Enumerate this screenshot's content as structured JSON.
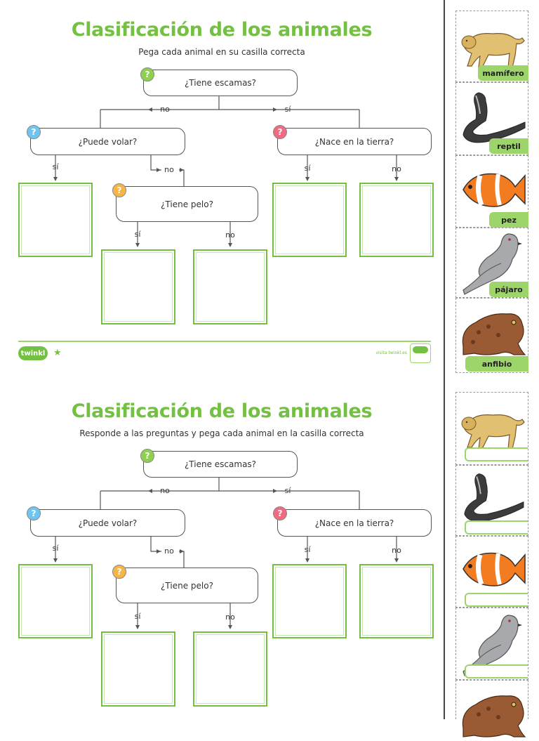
{
  "sheets": [
    {
      "title": "Clasificación de los animales",
      "subtitle": "Pega cada animal en su casilla correcta",
      "q1": "¿Tiene escamas?",
      "q2": "¿Puede volar?",
      "q3": "¿Nace en la tierra?",
      "q4": "¿Tiene pelo?",
      "no": "no",
      "si": "sí"
    },
    {
      "title": "Clasificación de los animales",
      "subtitle": "Responde a las preguntas y pega cada animal en la casilla correcta",
      "q1": "¿Tiene escamas?",
      "q2": "¿Puede volar?",
      "q3": "¿Nace en la tierra?",
      "q4": "¿Tiene pelo?",
      "no": "no",
      "si": "sí"
    }
  ],
  "question_icon": "?",
  "footer": {
    "logo": "twinkl",
    "url": "visita twinkl.es"
  },
  "cards": [
    {
      "animal": "lion-icon",
      "label": "mamífero"
    },
    {
      "animal": "snake-icon",
      "label": "reptil"
    },
    {
      "animal": "fish-icon",
      "label": "pez"
    },
    {
      "animal": "pigeon-icon",
      "label": "pájaro"
    },
    {
      "animal": "toad-icon",
      "label": "anfibio"
    }
  ],
  "colors": {
    "brand_green": "#74c043",
    "label_green": "#9ed56b",
    "icon_green": "#8fd14f",
    "icon_blue": "#6ec6f0",
    "icon_red": "#f06b82",
    "icon_orange": "#f7b548"
  }
}
